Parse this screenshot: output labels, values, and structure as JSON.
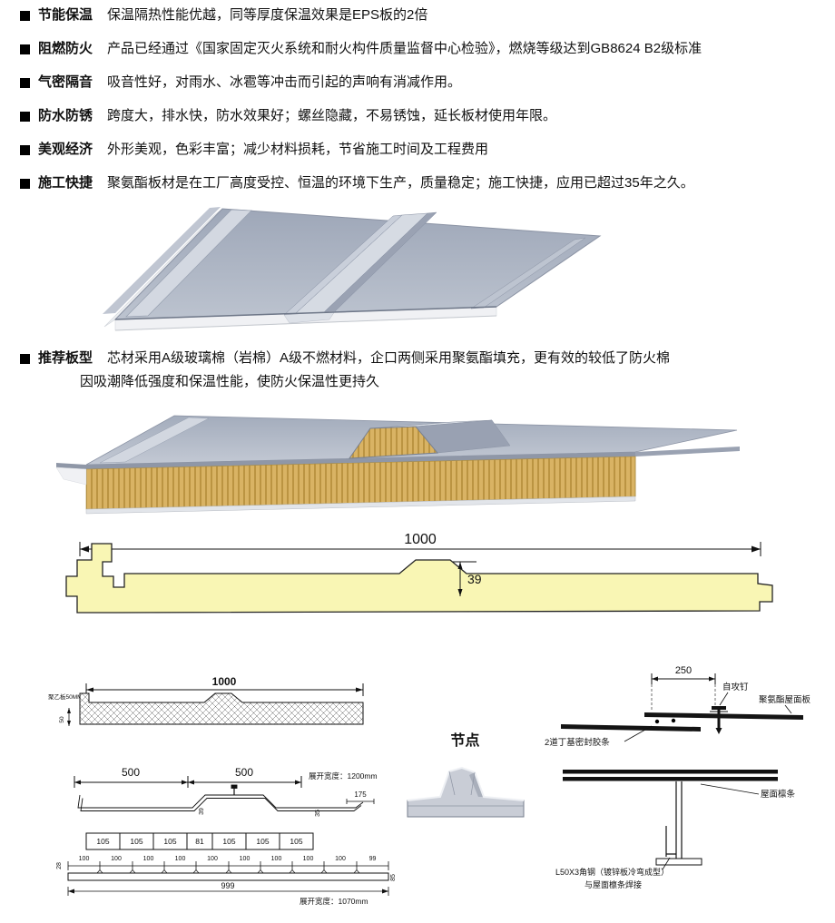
{
  "features": [
    {
      "label": "节能保温",
      "desc": "保温隔热性能优越，同等厚度保温效果是EPS板的2倍"
    },
    {
      "label": "阻燃防火",
      "desc": "产品已经通过《国家固定灭火系统和耐火构件质量监督中心检验》，燃烧等级达到GB8624 B2级标准"
    },
    {
      "label": "气密隔音",
      "desc": "吸音性好，对雨水、冰雹等冲击而引起的声响有消减作用。"
    },
    {
      "label": "防水防锈",
      "desc": "跨度大，排水快，防水效果好；螺丝隐藏，不易锈蚀，延长板材使用年限。"
    },
    {
      "label": "美观经济",
      "desc": "外形美观，色彩丰富；减少材料损耗，节省施工时间及工程费用"
    },
    {
      "label": "施工快捷",
      "desc": "聚氨酯板材是在工厂高度受控、恒温的环境下生产，质量稳定；施工快捷，应用已超过35年之久。"
    }
  ],
  "recommend": {
    "label": "推荐板型",
    "desc_line1": "芯材采用A级玻璃棉（岩棉）A级不燃材料，企口两侧采用聚氨酯填充，更有效的较低了防火棉",
    "desc_line2": "因吸潮降低强度和保温性能，使防火保温性更持久"
  },
  "profile_drawing": {
    "width_dim": "1000",
    "height_dim": "39"
  },
  "left_top_drawing": {
    "width_dim": "1000",
    "material_label": "聚乙板50MM",
    "height_dim": "50"
  },
  "left_bottom_drawing": {
    "span_left": "500",
    "span_right": "500",
    "unfold_top": "展开宽度：1200mm",
    "dim_175": "175",
    "dim_39": "39",
    "dim_35": "35",
    "boxes": [
      "105",
      "105",
      "105",
      "81",
      "105",
      "105",
      "105"
    ],
    "dim_28": "28",
    "dim_85": "85",
    "hundreds": [
      "100",
      "100",
      "100",
      "100",
      "100",
      "100",
      "100",
      "100",
      "100",
      "99"
    ],
    "total": "999",
    "unfold_bottom": "展开宽度：1070mm"
  },
  "node_detail": {
    "title": "节点"
  },
  "right_drawing": {
    "dim_250": "250",
    "screw_label": "自攻钉",
    "panel_label": "聚氨酯屋面板",
    "seal_label": "2道丁基密封胶条",
    "purlin_label": "屋面檩条",
    "angle_label_line1": "L50X3角钢（镀锌板冷弯成型）",
    "angle_label_line2": "与屋面檩条焊接"
  },
  "colors": {
    "metal": "#aab3c2",
    "metal_light": "#d6dbe3",
    "metal_dark": "#8d96a6",
    "core": "#d9b364",
    "core_line": "#b8903e",
    "profile_fill": "#f9f6b4",
    "line": "#1a1a1a"
  }
}
